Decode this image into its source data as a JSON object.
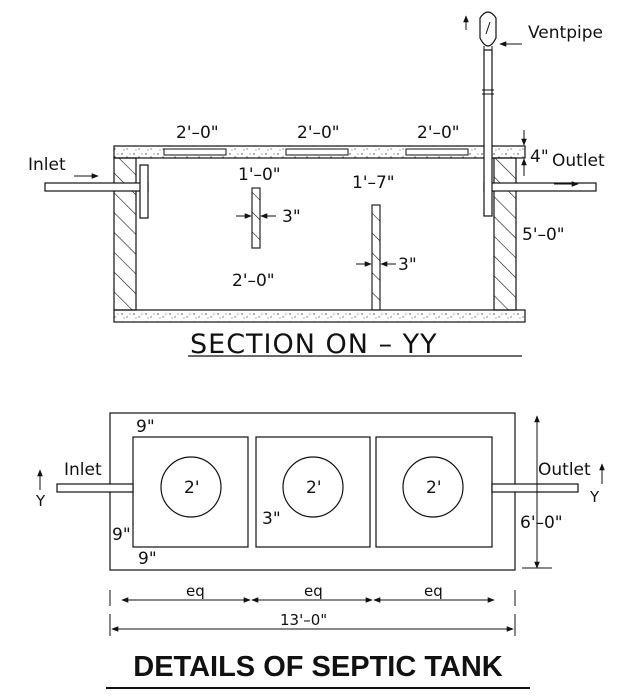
{
  "section": {
    "ventpipe": "Ventpipe",
    "inlet": "Inlet",
    "outlet": "Outlet",
    "slab_opening_1": "2'–0\"",
    "slab_opening_2": "2'–0\"",
    "slab_opening_3": "2'–0\"",
    "slab_thickness": "4\"",
    "baffle1_top": "1'–0\"",
    "baffle2_top": "1'–7\"",
    "baffle1_thickness": "3\"",
    "baffle2_thickness": "3\"",
    "baffle1_bottom": "2'–0\"",
    "depth": "5'–0\"",
    "caption": "SECTION ON  –  YY"
  },
  "plan": {
    "wall_top": "9\"",
    "wall_left": "9\"",
    "wall_bottom": "9\"",
    "inlet": "Inlet",
    "outlet": "Outlet",
    "y_left": "Y",
    "y_right": "Y",
    "manhole_1": "2'",
    "manhole_2": "2'",
    "manhole_3": "2'",
    "partition": "3\"",
    "width": "6'–0\"",
    "eq_1": "eq",
    "eq_2": "eq",
    "eq_3": "eq",
    "length": "13'–0\""
  },
  "title": "DETAILS OF SEPTIC TANK"
}
